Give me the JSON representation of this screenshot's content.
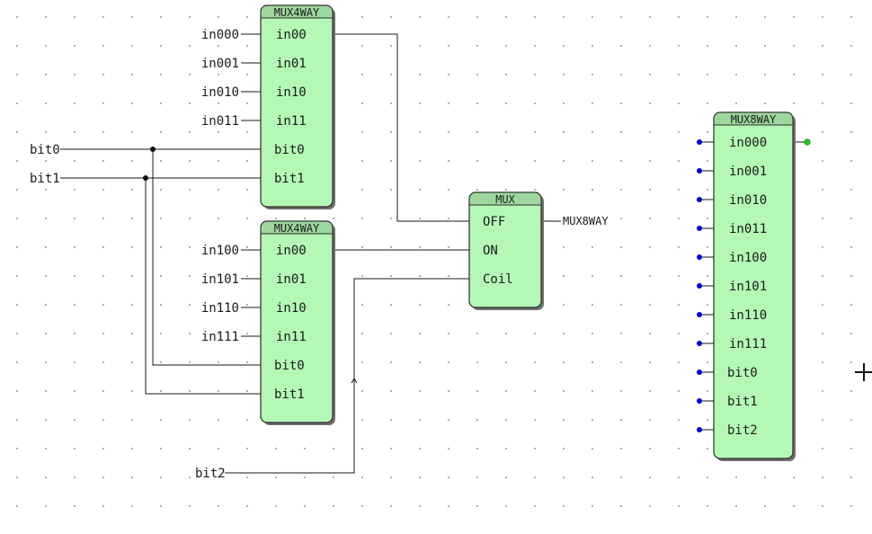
{
  "mux4way_a": {
    "title": "MUX4WAY",
    "ports": [
      "in00",
      "in01",
      "in10",
      "in11",
      "bit0",
      "bit1"
    ],
    "inputs": [
      "in000",
      "in001",
      "in010",
      "in011"
    ]
  },
  "mux4way_b": {
    "title": "MUX4WAY",
    "ports": [
      "in00",
      "in01",
      "in10",
      "in11",
      "bit0",
      "bit1"
    ],
    "inputs": [
      "in100",
      "in101",
      "in110",
      "in111"
    ]
  },
  "selectors": {
    "bit0": "bit0",
    "bit1": "bit1",
    "bit2": "bit2"
  },
  "mux": {
    "title": "MUX",
    "ports": [
      "OFF",
      "ON",
      "Coil"
    ],
    "output": "MUX8WAY"
  },
  "mux8way": {
    "title": "MUX8WAY",
    "ports": [
      "in000",
      "in001",
      "in010",
      "in011",
      "in100",
      "in101",
      "in110",
      "in111",
      "bit0",
      "bit1",
      "bit2"
    ]
  },
  "colors": {
    "block_fill": "#b5f8b5",
    "block_header": "#9ed79e",
    "pin_input": "#0000cc",
    "pin_output": "#22cc22"
  },
  "cursor_icon": "crosshair-cursor-icon"
}
